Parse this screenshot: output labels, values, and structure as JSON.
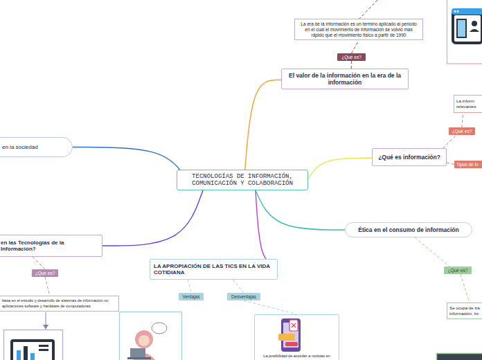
{
  "diagram": {
    "nodes": [
      {
        "text": [
          "TECNOLOGÍAS DE INFORMACIÓN, COMUNICACIÓN Y COLABORACIÓN"
        ]
      },
      {
        "text": [
          "El valor de la información en la era de la información"
        ]
      },
      {
        "text": [
          "¿Qué es?"
        ]
      },
      {
        "text": [
          "La era de la información es un termino aplicado al periodo en el cual el movimiento de información se volvió mas rápido que el movimiento físico a partir de 1990"
        ]
      },
      {
        "text": [
          "¿Qué es información?"
        ]
      },
      {
        "text": [
          "¿Qué es?"
        ]
      },
      {
        "text": [
          "La inform relevantes"
        ]
      },
      {
        "text": [
          "Tipos de In"
        ]
      },
      {
        "text": [
          "en la sociedad"
        ]
      },
      {
        "text": [
          "Ética en el consumo de información"
        ]
      },
      {
        "text": [
          "¿Qué es?"
        ]
      },
      {
        "text": [
          "Se ocupa de tra información, int"
        ]
      },
      {
        "text": [
          "en las Tecnologías de la Información?"
        ]
      },
      {
        "text": [
          "¿Qué es?"
        ]
      },
      {
        "text": [
          "basa en el estudio y desarrollo de sistemas de información no aplicaciones software y hardware de computadoras."
        ]
      },
      {
        "text": [
          "LA APROPIACIÓN DE LAS TICS EN LA VIDA COTIDIANA"
        ]
      },
      {
        "text": [
          "Ventajas"
        ]
      },
      {
        "text": [
          "Desventajas"
        ]
      },
      {
        "text": [
          "La posibilidad de acceder a noticias en"
        ]
      }
    ],
    "edges": [
      {
        "from": 0,
        "to": 1,
        "arrow": "none"
      },
      {
        "from": 1,
        "to": 2,
        "arrow": "none"
      },
      {
        "from": 2,
        "to": 3,
        "arrow": "none"
      },
      {
        "from": 0,
        "to": 4,
        "arrow": "none"
      },
      {
        "from": 4,
        "to": 5,
        "arrow": "none"
      },
      {
        "from": 5,
        "to": 6,
        "arrow": "none"
      },
      {
        "from": 4,
        "to": 7,
        "arrow": "none"
      },
      {
        "from": 0,
        "to": 8,
        "arrow": "none"
      },
      {
        "from": 0,
        "to": 9,
        "arrow": "none"
      },
      {
        "from": 9,
        "to": 10,
        "arrow": "none"
      },
      {
        "from": 10,
        "to": 11,
        "arrow": "none"
      },
      {
        "from": 0,
        "to": 12,
        "arrow": "none"
      },
      {
        "from": 12,
        "to": 13,
        "arrow": "none"
      },
      {
        "from": 13,
        "to": 14,
        "arrow": "none"
      },
      {
        "from": 0,
        "to": 15,
        "arrow": "none"
      },
      {
        "from": 15,
        "to": 16,
        "arrow": "none"
      },
      {
        "from": 15,
        "to": 17,
        "arrow": "none"
      },
      {
        "from": 17,
        "to": 18,
        "arrow": "none"
      }
    ]
  }
}
